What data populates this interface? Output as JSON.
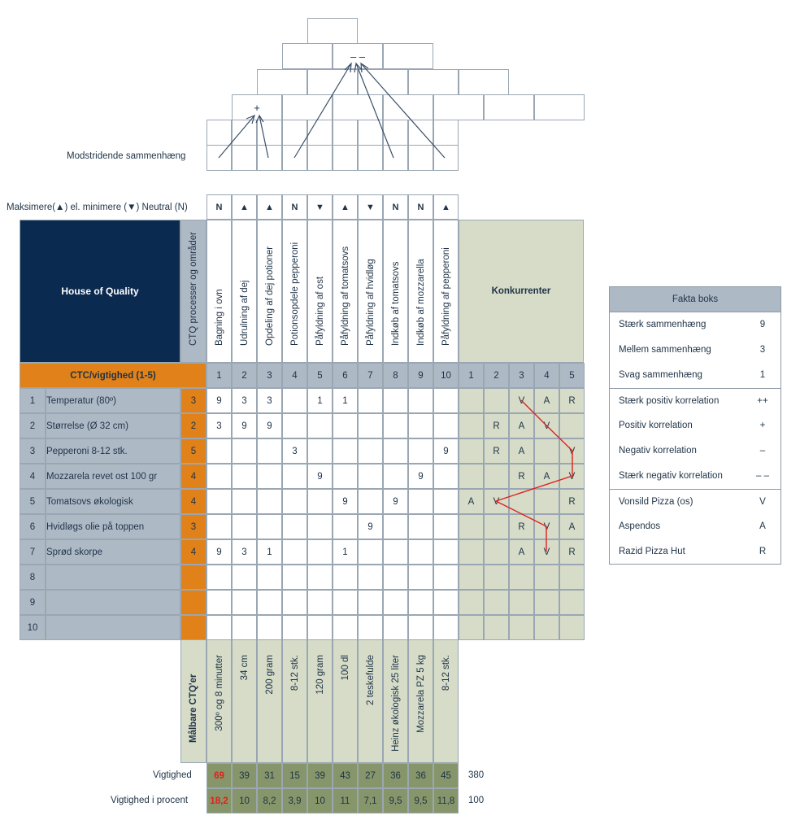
{
  "roof": {
    "label": "Modstridende sammenhæng",
    "symbols": {
      "plus": "+",
      "minus2": "– –"
    }
  },
  "direction": {
    "label": "Maksimere(▲) el. minimere (▼) Neutral (N)",
    "symbols": [
      "N",
      "▲",
      "▲",
      "N",
      "▼",
      "▲",
      "▼",
      "N",
      "N",
      "▲"
    ]
  },
  "header": {
    "title": "House of Quality",
    "ctq_label": "CTQ processer og områder",
    "competitors_label": "Konkurrenter",
    "ctc_label": "CTC/vigtighed (1-5)"
  },
  "processes": [
    "Bagning i ovn",
    "Udrulning af dej",
    "Opdeling af dej potioner",
    "Potionsopdele pepperoni",
    "Påfyldning af ost",
    "Påfyldning af tomatsovs",
    "Påfyldning af hvidløg",
    "Indkøb af tomatsovs",
    "Indkøb af mozzarella",
    "Påfyldning af pepperoni"
  ],
  "process_numbers": [
    "1",
    "2",
    "3",
    "4",
    "5",
    "6",
    "7",
    "8",
    "9",
    "10"
  ],
  "competitor_numbers": [
    "1",
    "2",
    "3",
    "4",
    "5"
  ],
  "rows": [
    {
      "num": "1",
      "label": "Temperatur (80º)",
      "importance": "3",
      "values": [
        "9",
        "3",
        "3",
        "",
        "1",
        "1",
        "",
        "",
        "",
        ""
      ],
      "competitors": [
        "",
        "",
        "V",
        "A",
        "R"
      ]
    },
    {
      "num": "2",
      "label": "Størrelse (Ø 32 cm)",
      "importance": "2",
      "values": [
        "3",
        "9",
        "9",
        "",
        "",
        "",
        "",
        "",
        "",
        ""
      ],
      "competitors": [
        "",
        "R",
        "A",
        "V",
        ""
      ]
    },
    {
      "num": "3",
      "label": "Pepperoni 8-12 stk.",
      "importance": "5",
      "values": [
        "",
        "",
        "",
        "3",
        "",
        "",
        "",
        "",
        "",
        "9"
      ],
      "competitors": [
        "",
        "R",
        "A",
        "",
        "V"
      ]
    },
    {
      "num": "4",
      "label": "Mozzarela revet ost 100 gr",
      "importance": "4",
      "values": [
        "",
        "",
        "",
        "",
        "9",
        "",
        "",
        "",
        "9",
        ""
      ],
      "competitors": [
        "",
        "",
        "R",
        "A",
        "V"
      ]
    },
    {
      "num": "5",
      "label": "Tomatsovs økologisk",
      "importance": "4",
      "values": [
        "",
        "",
        "",
        "",
        "",
        "9",
        "",
        "9",
        "",
        ""
      ],
      "competitors": [
        "A",
        "V",
        "",
        "",
        "R"
      ]
    },
    {
      "num": "6",
      "label": "Hvidløgs olie på toppen",
      "importance": "3",
      "values": [
        "",
        "",
        "",
        "",
        "",
        "",
        "9",
        "",
        "",
        ""
      ],
      "competitors": [
        "",
        "",
        "R",
        "V",
        "A"
      ]
    },
    {
      "num": "7",
      "label": "Sprød skorpe",
      "importance": "4",
      "values": [
        "9",
        "3",
        "1",
        "",
        "",
        "1",
        "",
        "",
        "",
        ""
      ],
      "competitors": [
        "",
        "",
        "A",
        "V",
        "R"
      ]
    },
    {
      "num": "8",
      "label": "",
      "importance": "",
      "values": [
        "",
        "",
        "",
        "",
        "",
        "",
        "",
        "",
        "",
        ""
      ],
      "competitors": [
        "",
        "",
        "",
        "",
        ""
      ]
    },
    {
      "num": "9",
      "label": "",
      "importance": "",
      "values": [
        "",
        "",
        "",
        "",
        "",
        "",
        "",
        "",
        "",
        ""
      ],
      "competitors": [
        "",
        "",
        "",
        "",
        ""
      ]
    },
    {
      "num": "10",
      "label": "",
      "importance": "",
      "values": [
        "",
        "",
        "",
        "",
        "",
        "",
        "",
        "",
        "",
        ""
      ],
      "competitors": [
        "",
        "",
        "",
        "",
        ""
      ]
    }
  ],
  "measurable": {
    "label": "Målbare CTQ'er",
    "values": [
      "300º og 8 minutter",
      "34 cm",
      "200 gram",
      "8-12 stk.",
      "120 gram",
      "100 dl",
      "2 teskefulde",
      "Heinz økologisk 25 liter",
      "Mozzarela PZ 5 kg",
      "8-12 stk."
    ]
  },
  "importance": {
    "label": "Vigtighed",
    "values": [
      "69",
      "39",
      "31",
      "15",
      "39",
      "43",
      "27",
      "36",
      "36",
      "45"
    ],
    "total": "380"
  },
  "importance_pct": {
    "label": "Vigtighed i procent",
    "values": [
      "18,2",
      "10",
      "8,2",
      "3,9",
      "10",
      "11",
      "7,1",
      "9,5",
      "9,5",
      "11,8"
    ],
    "total": "100"
  },
  "facts": {
    "title": "Fakta boks",
    "items": [
      {
        "label": "Stærk sammenhæng",
        "value": "9"
      },
      {
        "label": "Mellem sammenhæng",
        "value": "3"
      },
      {
        "label": "Svag sammenhæng",
        "value": "1"
      },
      {
        "label": "Stærk positiv korrelation",
        "value": "++"
      },
      {
        "label": "Positiv korrelation",
        "value": "+"
      },
      {
        "label": "Negativ korrelation",
        "value": "–"
      },
      {
        "label": "Stærk negativ korrelation",
        "value": "– –"
      },
      {
        "label": "Vonsild Pizza (os)",
        "value": "V"
      },
      {
        "label": "Aspendos",
        "value": "A"
      },
      {
        "label": "Razid Pizza Hut",
        "value": "R"
      }
    ]
  },
  "colors": {
    "navy": "#0b2a4f",
    "orange": "#e0811a",
    "grey": "#aeb9c6",
    "sage": "#d6dcc8",
    "sage_dark": "#86966a",
    "line": "#e0201c"
  }
}
